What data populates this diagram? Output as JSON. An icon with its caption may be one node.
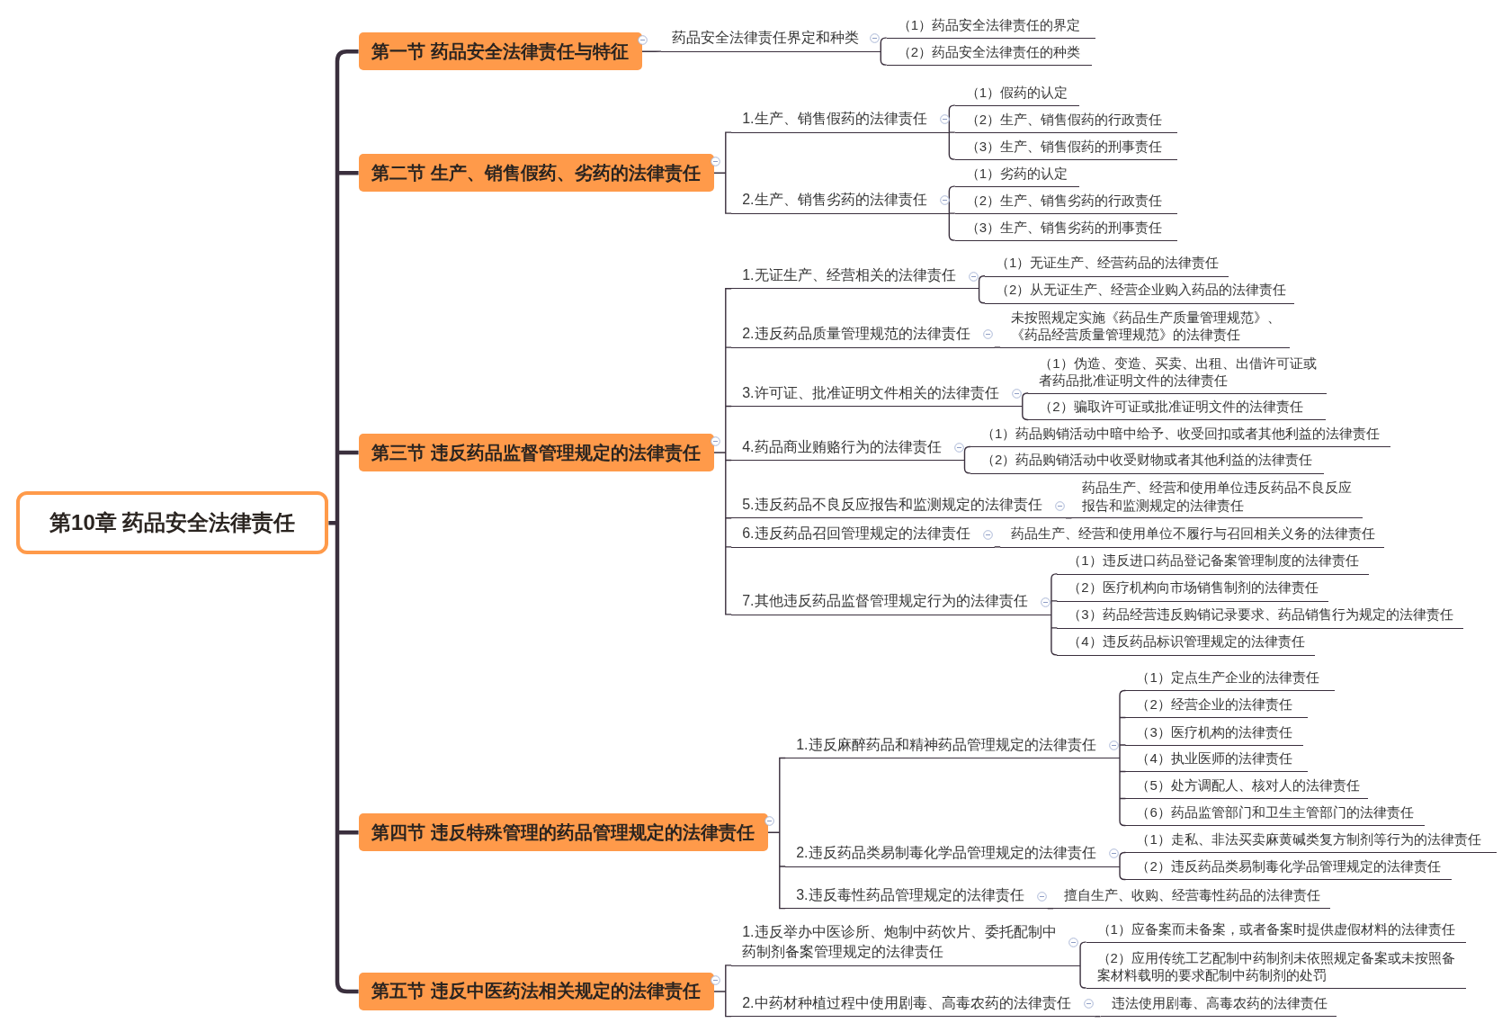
{
  "diagram": {
    "nodes": [
      {
        "text": [
          "第10章 药品安全法律责任"
        ]
      },
      {
        "text": [
          "第一节 药品安全法律责任与特征"
        ]
      },
      {
        "text": [
          "药品安全法律责任界定和种类"
        ]
      },
      {
        "text": [
          "（1）药品安全法律责任的界定"
        ]
      },
      {
        "text": [
          "（2）药品安全法律责任的种类"
        ]
      },
      {
        "text": [
          "第二节 生产、销售假药、劣药的法律责任"
        ]
      },
      {
        "text": [
          "1.生产、销售假药的法律责任"
        ]
      },
      {
        "text": [
          "（1）假药的认定"
        ]
      },
      {
        "text": [
          "（2）生产、销售假药的行政责任"
        ]
      },
      {
        "text": [
          "（3）生产、销售假药的刑事责任"
        ]
      },
      {
        "text": [
          "2.生产、销售劣药的法律责任"
        ]
      },
      {
        "text": [
          "（1）劣药的认定"
        ]
      },
      {
        "text": [
          "（2）生产、销售劣药的行政责任"
        ]
      },
      {
        "text": [
          "（3）生产、销售劣药的刑事责任"
        ]
      },
      {
        "text": [
          "第三节 违反药品监督管理规定的法律责任"
        ]
      },
      {
        "text": [
          "1.无证生产、经营相关的法律责任"
        ]
      },
      {
        "text": [
          "（1）无证生产、经营药品的法律责任"
        ]
      },
      {
        "text": [
          "（2）从无证生产、经营企业购入药品的法律责任"
        ]
      },
      {
        "text": [
          "2.违反药品质量管理规范的法律责任"
        ]
      },
      {
        "text": [
          "未按照规定实施《药品生产质量管理规范》、《药品经营质量管理规范》的法律责任"
        ]
      },
      {
        "text": [
          "3.许可证、批准证明文件相关的法律责任"
        ]
      },
      {
        "text": [
          "（1）伪造、变造、买卖、出租、出借许可证或者药品批准证明文件的法律责任"
        ]
      },
      {
        "text": [
          "（2）骗取许可证或批准证明文件的法律责任"
        ]
      },
      {
        "text": [
          "4.药品商业贿赂行为的法律责任"
        ]
      },
      {
        "text": [
          "（1）药品购销活动中暗中给予、收受回扣或者其他利益的法律责任"
        ]
      },
      {
        "text": [
          "（2）药品购销活动中收受财物或者其他利益的法律责任"
        ]
      },
      {
        "text": [
          "5.违反药品不良反应报告和监测规定的法律责任"
        ]
      },
      {
        "text": [
          "药品生产、经营和使用单位违反药品不良反应报告和监测规定的法律责任"
        ]
      },
      {
        "text": [
          "6.违反药品召回管理规定的法律责任"
        ]
      },
      {
        "text": [
          "药品生产、经营和使用单位不履行与召回相关义务的法律责任"
        ]
      },
      {
        "text": [
          "7.其他违反药品监督管理规定行为的法律责任"
        ]
      },
      {
        "text": [
          "（1）违反进口药品登记备案管理制度的法律责任"
        ]
      },
      {
        "text": [
          "（2）医疗机构向市场销售制剂的法律责任"
        ]
      },
      {
        "text": [
          "（3）药品经营违反购销记录要求、药品销售行为规定的法律责任"
        ]
      },
      {
        "text": [
          "（4）违反药品标识管理规定的法律责任"
        ]
      },
      {
        "text": [
          "第四节 违反特殊管理的药品管理规定的法律责任"
        ]
      },
      {
        "text": [
          "1.违反麻醉药品和精神药品管理规定的法律责任"
        ]
      },
      {
        "text": [
          "（1）定点生产企业的法律责任"
        ]
      },
      {
        "text": [
          "（2）经营企业的法律责任"
        ]
      },
      {
        "text": [
          "（3）医疗机构的法律责任"
        ]
      },
      {
        "text": [
          "（4）执业医师的法律责任"
        ]
      },
      {
        "text": [
          "（5）处方调配人、核对人的法律责任"
        ]
      },
      {
        "text": [
          "（6）药品监管部门和卫生主管部门的法律责任"
        ]
      },
      {
        "text": [
          "2.违反药品类易制毒化学品管理规定的法律责任"
        ]
      },
      {
        "text": [
          "（1）走私、非法买卖麻黄碱类复方制剂等行为的法律责任"
        ]
      },
      {
        "text": [
          "（2）违反药品类易制毒化学品管理规定的法律责任"
        ]
      },
      {
        "text": [
          "3.违反毒性药品管理规定的法律责任"
        ]
      },
      {
        "text": [
          "擅自生产、收购、经营毒性药品的法律责任"
        ]
      },
      {
        "text": [
          "第五节 违反中医药法相关规定的法律责任"
        ]
      },
      {
        "text": [
          "1.违反举办中医诊所、炮制中药饮片、委托配制中药制剂备案管理规定的法律责任"
        ]
      },
      {
        "text": [
          "（1）应备案而未备案，或者备案时提供虚假材料的法律责任"
        ]
      },
      {
        "text": [
          "（2）应用传统工艺配制中药制剂未依照规定备案或未按照备案材料载明的要求配制中药制剂的处罚"
        ]
      },
      {
        "text": [
          "2.中药材种植过程中使用剧毒、高毒农药的法律责任"
        ]
      },
      {
        "text": [
          "违法使用剧毒、高毒农药的法律责任"
        ]
      }
    ],
    "edges": [
      {
        "from": 0,
        "to": 1,
        "arrow": "none",
        "style": "thick"
      },
      {
        "from": 1,
        "to": 2,
        "arrow": "none"
      },
      {
        "from": 2,
        "to": 3,
        "arrow": "none"
      },
      {
        "from": 2,
        "to": 4,
        "arrow": "none"
      },
      {
        "from": 0,
        "to": 5,
        "arrow": "none",
        "style": "thick"
      },
      {
        "from": 5,
        "to": 6,
        "arrow": "none"
      },
      {
        "from": 6,
        "to": 7,
        "arrow": "none"
      },
      {
        "from": 6,
        "to": 8,
        "arrow": "none"
      },
      {
        "from": 6,
        "to": 9,
        "arrow": "none"
      },
      {
        "from": 5,
        "to": 10,
        "arrow": "none"
      },
      {
        "from": 10,
        "to": 11,
        "arrow": "none"
      },
      {
        "from": 10,
        "to": 12,
        "arrow": "none"
      },
      {
        "from": 10,
        "to": 13,
        "arrow": "none"
      },
      {
        "from": 0,
        "to": 14,
        "arrow": "none",
        "style": "thick"
      },
      {
        "from": 14,
        "to": 15,
        "arrow": "none"
      },
      {
        "from": 15,
        "to": 16,
        "arrow": "none"
      },
      {
        "from": 15,
        "to": 17,
        "arrow": "none"
      },
      {
        "from": 14,
        "to": 18,
        "arrow": "none"
      },
      {
        "from": 18,
        "to": 19,
        "arrow": "none"
      },
      {
        "from": 14,
        "to": 20,
        "arrow": "none"
      },
      {
        "from": 20,
        "to": 21,
        "arrow": "none"
      },
      {
        "from": 20,
        "to": 22,
        "arrow": "none"
      },
      {
        "from": 14,
        "to": 23,
        "arrow": "none"
      },
      {
        "from": 23,
        "to": 24,
        "arrow": "none"
      },
      {
        "from": 23,
        "to": 25,
        "arrow": "none"
      },
      {
        "from": 14,
        "to": 26,
        "arrow": "none"
      },
      {
        "from": 26,
        "to": 27,
        "arrow": "none"
      },
      {
        "from": 14,
        "to": 28,
        "arrow": "none"
      },
      {
        "from": 28,
        "to": 29,
        "arrow": "none"
      },
      {
        "from": 14,
        "to": 30,
        "arrow": "none"
      },
      {
        "from": 30,
        "to": 31,
        "arrow": "none"
      },
      {
        "from": 30,
        "to": 32,
        "arrow": "none"
      },
      {
        "from": 30,
        "to": 33,
        "arrow": "none"
      },
      {
        "from": 30,
        "to": 34,
        "arrow": "none"
      },
      {
        "from": 0,
        "to": 35,
        "arrow": "none",
        "style": "thick"
      },
      {
        "from": 35,
        "to": 36,
        "arrow": "none"
      },
      {
        "from": 36,
        "to": 37,
        "arrow": "none"
      },
      {
        "from": 36,
        "to": 38,
        "arrow": "none"
      },
      {
        "from": 36,
        "to": 39,
        "arrow": "none"
      },
      {
        "from": 36,
        "to": 40,
        "arrow": "none"
      },
      {
        "from": 36,
        "to": 41,
        "arrow": "none"
      },
      {
        "from": 36,
        "to": 42,
        "arrow": "none"
      },
      {
        "from": 35,
        "to": 43,
        "arrow": "none"
      },
      {
        "from": 43,
        "to": 44,
        "arrow": "none"
      },
      {
        "from": 43,
        "to": 45,
        "arrow": "none"
      },
      {
        "from": 35,
        "to": 46,
        "arrow": "none"
      },
      {
        "from": 46,
        "to": 47,
        "arrow": "none"
      },
      {
        "from": 0,
        "to": 48,
        "arrow": "none",
        "style": "thick"
      },
      {
        "from": 48,
        "to": 49,
        "arrow": "none"
      },
      {
        "from": 49,
        "to": 50,
        "arrow": "none"
      },
      {
        "from": 49,
        "to": 51,
        "arrow": "none"
      },
      {
        "from": 48,
        "to": 52,
        "arrow": "none"
      },
      {
        "from": 52,
        "to": 53,
        "arrow": "none"
      }
    ]
  }
}
